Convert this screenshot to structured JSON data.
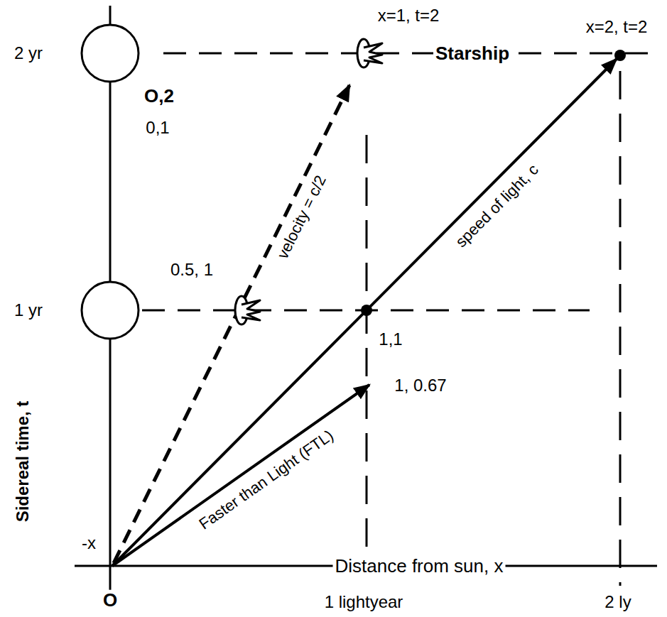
{
  "diagram": {
    "labels": [
      "x=1, t=2",
      "x=2, t=2",
      "2 yr",
      "Starship",
      "O,2",
      "0,1",
      "velocity = c/2",
      "speed of light, c",
      "0.5, 1",
      "1 yr",
      "1,1",
      "1, 0.67",
      "Faster than Light (FTL)",
      "Sidereal time, t",
      "-x",
      "Distance from sun, x",
      "O",
      "1 lightyear",
      "2 ly"
    ]
  }
}
